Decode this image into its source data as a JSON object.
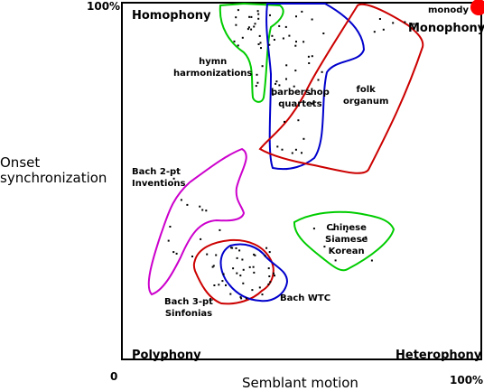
{
  "axes": {
    "y_label": "Onset\nsynchronization",
    "x_label": "Semblant motion",
    "tick_top": "100%",
    "tick_origin": "0",
    "tick_right": "100%"
  },
  "corners": {
    "top_left": "Homophony",
    "top_right": "Monophony",
    "bottom_left": "Polyphony",
    "bottom_right": "Heterophony"
  },
  "groups": {
    "hymn": {
      "label": "hymn\nharmonizations",
      "color": "#00cc00"
    },
    "barbershop": {
      "label": "barbershop\nquartets",
      "color": "#0000cc"
    },
    "folk": {
      "label": "folk\norganum",
      "color": "#cc0000"
    },
    "monody": {
      "label": "monody",
      "color": "#ff0000"
    },
    "bach2": {
      "label": "Bach 2-pt\nInventions",
      "color": "#cc00cc"
    },
    "bach3": {
      "label": "Bach 3-pt\nSinfonias",
      "color": "#cc0000"
    },
    "wtc": {
      "label": "Bach WTC",
      "color": "#0000cc"
    },
    "asian": {
      "label": "Chinese\nSiamese\nKorean",
      "color": "#00cc00"
    }
  }
}
